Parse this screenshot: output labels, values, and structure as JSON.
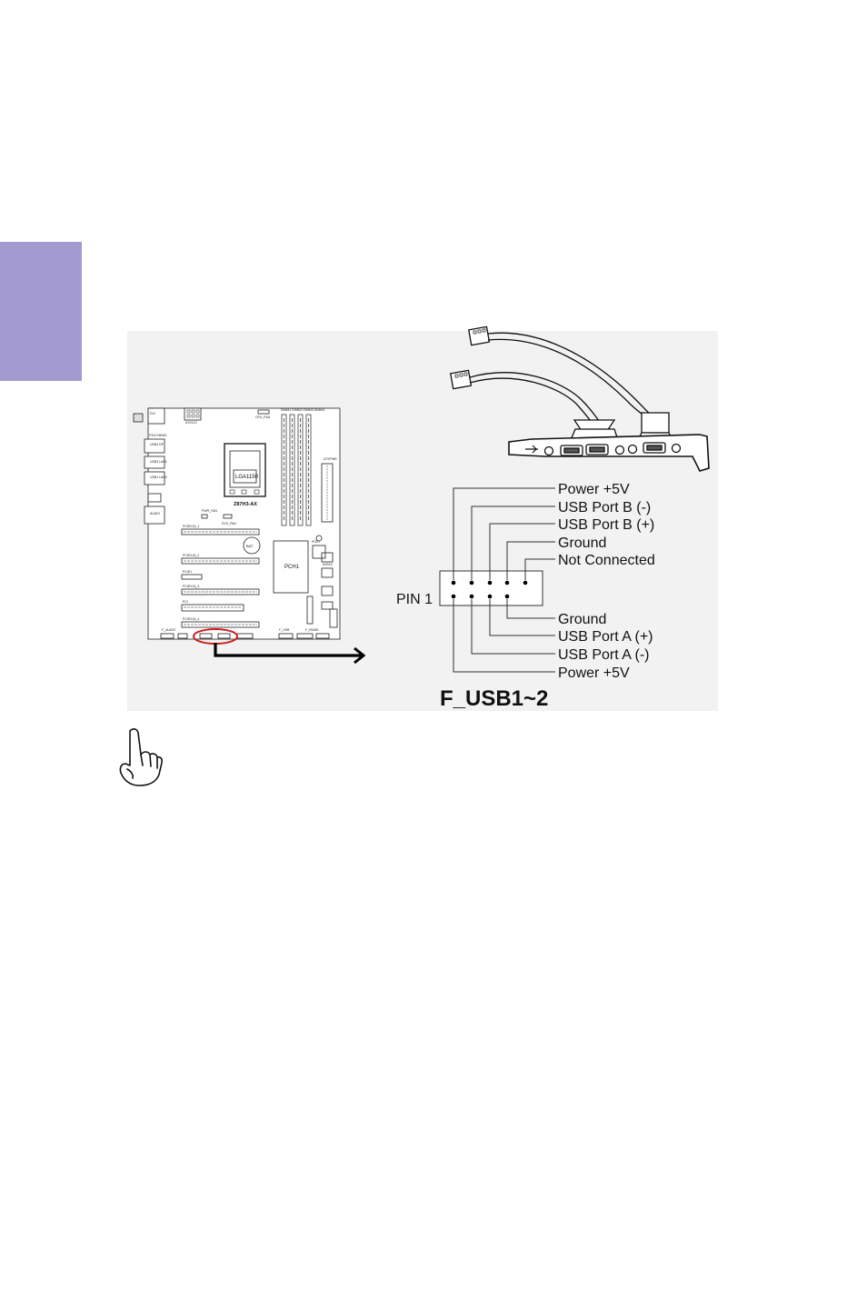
{
  "board": {
    "model": "Z87H3-AX",
    "socket": "LGA1150",
    "chipset": "PCH1",
    "battery": "BAT",
    "header_labels": {
      "atx12v": "ATX12V",
      "cpu_fan": "CPU_FAN",
      "pwr_fan": "PWR_FAN",
      "sys_fan": "SYS_FAN",
      "dimm": "DIMM1 DIMM2 DIMM3 DIMM4",
      "atxpwr": "ATXPWR",
      "audio": "AUDIO",
      "usb_lan1": "USB3 LAN1",
      "usb_lan2": "USB1 LAN2",
      "usb_dp": "USB4 DP",
      "dvi": "DVI",
      "ps2": "PS/2 KB/MS",
      "pcie16_1": "PCIEX16_1",
      "pcie16_2": "PCIEX16_2",
      "pcie16_3": "PCIEX16_3",
      "pcie1": "PCIE1",
      "pci": "PCI",
      "pcie16_4": "PCIEX16_4",
      "sata": "SATA3",
      "post": "POST",
      "f_audio": "F_AUDIO",
      "f_usb": "F_USB",
      "f_panel": "F_PANEL"
    }
  },
  "header_diagram": {
    "pin1_label": "PIN 1",
    "title": "F_USB1~2",
    "top_row_labels": [
      "Power +5V",
      "USB Port B (-)",
      "USB Port B (+)",
      "Ground",
      "Not Connected"
    ],
    "bottom_row_labels": [
      "Ground",
      "USB Port A (+)",
      "USB Port A (-)",
      "Power +5V"
    ]
  },
  "colors": {
    "side_tab": "#a39bd0",
    "highlight": "#cc2222",
    "figure_bg": "#f2f2f2"
  },
  "icons": {
    "note": "pointing-hand-icon"
  }
}
